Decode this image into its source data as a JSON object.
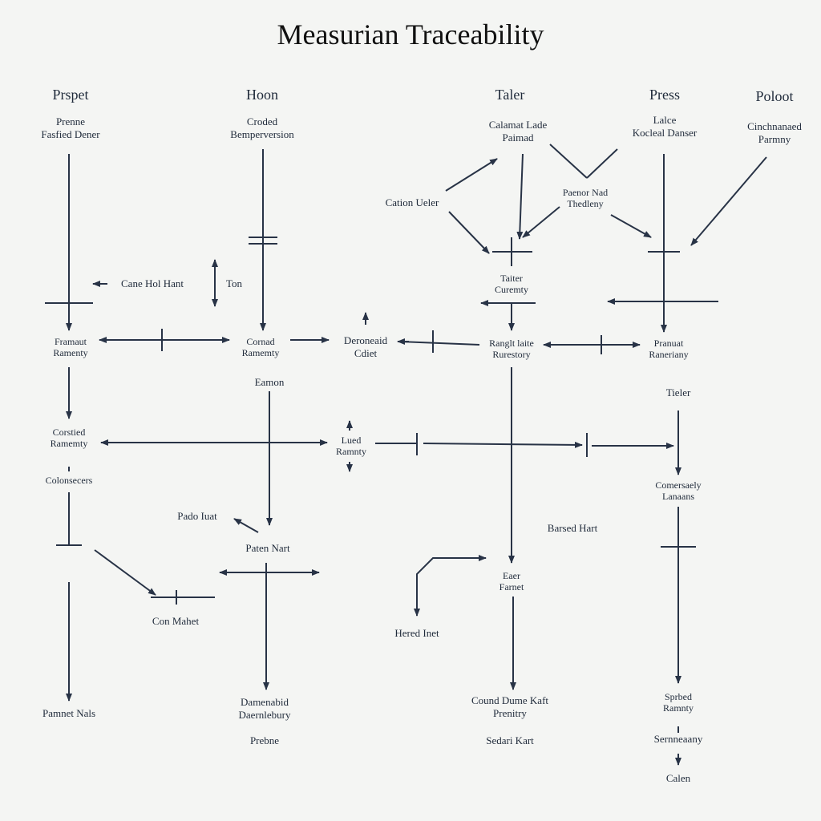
{
  "title": "Measurian Traceability",
  "columns": {
    "c1": "Prspet",
    "c2": "Hoon",
    "c3": "Taler",
    "c4": "Press",
    "c5": "Poloot"
  },
  "labels": {
    "c1_top": [
      "Prenne",
      "Fasfied Dener"
    ],
    "c2_top": [
      "Croded",
      "Bemperversion"
    ],
    "c3_top": [
      "Calamat Lade",
      "Paimad"
    ],
    "c4_top": [
      "Lalce",
      "Kocleal Danser"
    ],
    "c5_top": [
      "Cinchnanaed",
      "Parmny"
    ],
    "cation": "Cation Ueler",
    "paenor": [
      "Paenor Nad",
      "Thedleny"
    ],
    "cane_hol": "Cane Hol Hant",
    "ton": "Ton",
    "tatier_r": [
      "Taiter",
      "Curemty"
    ],
    "r1_1": [
      "Framaut",
      "Ramenty"
    ],
    "r1_2": [
      "Cornad",
      "Ramemty"
    ],
    "r1_3": [
      "Deroneaid",
      "Cdiet"
    ],
    "r1_4": [
      "Ranglt laite",
      "Rurestory"
    ],
    "r1_5": [
      "Pranuat",
      "Raneriany"
    ],
    "eamon": "Eamon",
    "tieler": "Tieler",
    "r2_1": [
      "Corstied",
      "Ramemty"
    ],
    "r2_2": [
      "Lued",
      "Ramnty"
    ],
    "coln": "Colonsecers",
    "r2_5": [
      "Comersaely",
      "Lanaans"
    ],
    "pado": "Pado Iuat",
    "paten": "Paten Nart",
    "barsed": "Barsed Hart",
    "con": "Con Mahet",
    "earer": [
      "Eaer",
      "Farnet"
    ],
    "hered": "Hered Inet",
    "b1": "Pamnet Nals",
    "b2": [
      "Damenabid",
      "Daernlebury"
    ],
    "b2b": "Prebne",
    "b3": [
      "Cound Dume Kaft",
      "Prenitry"
    ],
    "b3b": "Sedari Kart",
    "b4": [
      "Sprbed",
      "Ramnty"
    ],
    "b4b": "Sernneaany",
    "b4c": "Calen"
  },
  "colors": {
    "line": "#283346",
    "text": "#1f2a3a",
    "background": "#f4f5f3"
  }
}
